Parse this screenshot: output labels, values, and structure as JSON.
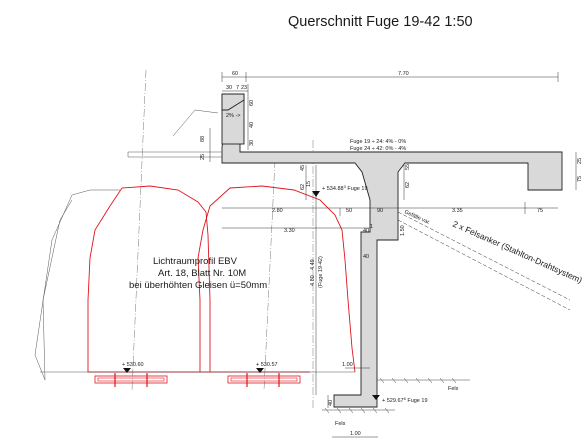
{
  "title": "Querschnitt  Fuge 19-42   1:50",
  "labels": {
    "lichtraum_1": "Lichtraumprofil EBV",
    "lichtraum_2": "Art. 18, Blatt Nr. 10M",
    "lichtraum_3": "bei überhöhten Gleisen ü=50mm",
    "felsanker": "2 x Felsanker (Stahlton-Drahtsystem)",
    "gefaelle": "Gefälle var.",
    "fuge_a": "Fuge 19 ÷ 24:  4% - 0%",
    "fuge_b": "Fuge 24 ÷ 42:  0% - 4%",
    "fels_1": "Fels",
    "fels_2": "Fels",
    "pct": "2% ->",
    "fuge_label": "(Fuge 19-42)"
  },
  "elevations": {
    "top": "+ 534.88",
    "top_sup": "3",
    "top_note": "Fuge 19",
    "track_left": "+ 530.60",
    "track_right": "+ 530.57",
    "bottom": "+ 529.67",
    "bottom_sup": "6",
    "bottom_note": "Fuge 19"
  },
  "dims": {
    "d60": "60",
    "d770": "7.70",
    "d30": "30",
    "d7": "7",
    "d23": "23",
    "d88": "88",
    "d25a": "25",
    "d40a": "40",
    "d60b": "60",
    "d30b": "30",
    "d45": "45",
    "d62": "62",
    "d15": "15",
    "d55": "55",
    "d25b": "25",
    "d75a": "75",
    "d280": "2.80",
    "d50": "50",
    "d90": "90",
    "d335": "3.35",
    "d75b": "75",
    "d330": "3.30",
    "d40b": "40",
    "d1": "1",
    "d150": "1.50",
    "d40c": "40",
    "d480": "4.80",
    "d449": "4.49",
    "d60c": "60",
    "d100a": "1.00",
    "d40d": "40",
    "d100b": "1.00"
  }
}
